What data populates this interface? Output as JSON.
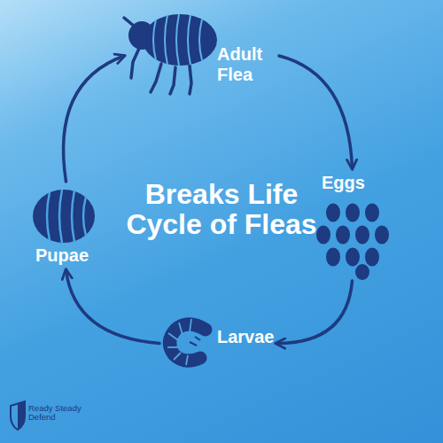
{
  "diagram": {
    "title": "Breaks Life Cycle of Fleas",
    "nodes": [
      {
        "text": [
          "Adult Flea"
        ]
      },
      {
        "text": [
          "Eggs"
        ]
      },
      {
        "text": [
          "Larvae"
        ]
      },
      {
        "text": [
          "Pupae"
        ]
      }
    ],
    "edges": [
      {
        "from": 0,
        "to": 1,
        "arrow": "to"
      },
      {
        "from": 1,
        "to": 2,
        "arrow": "to"
      },
      {
        "from": 2,
        "to": 3,
        "arrow": "to"
      },
      {
        "from": 3,
        "to": 0,
        "arrow": "to"
      }
    ],
    "labels": [
      "Ready Steady Defend"
    ]
  }
}
